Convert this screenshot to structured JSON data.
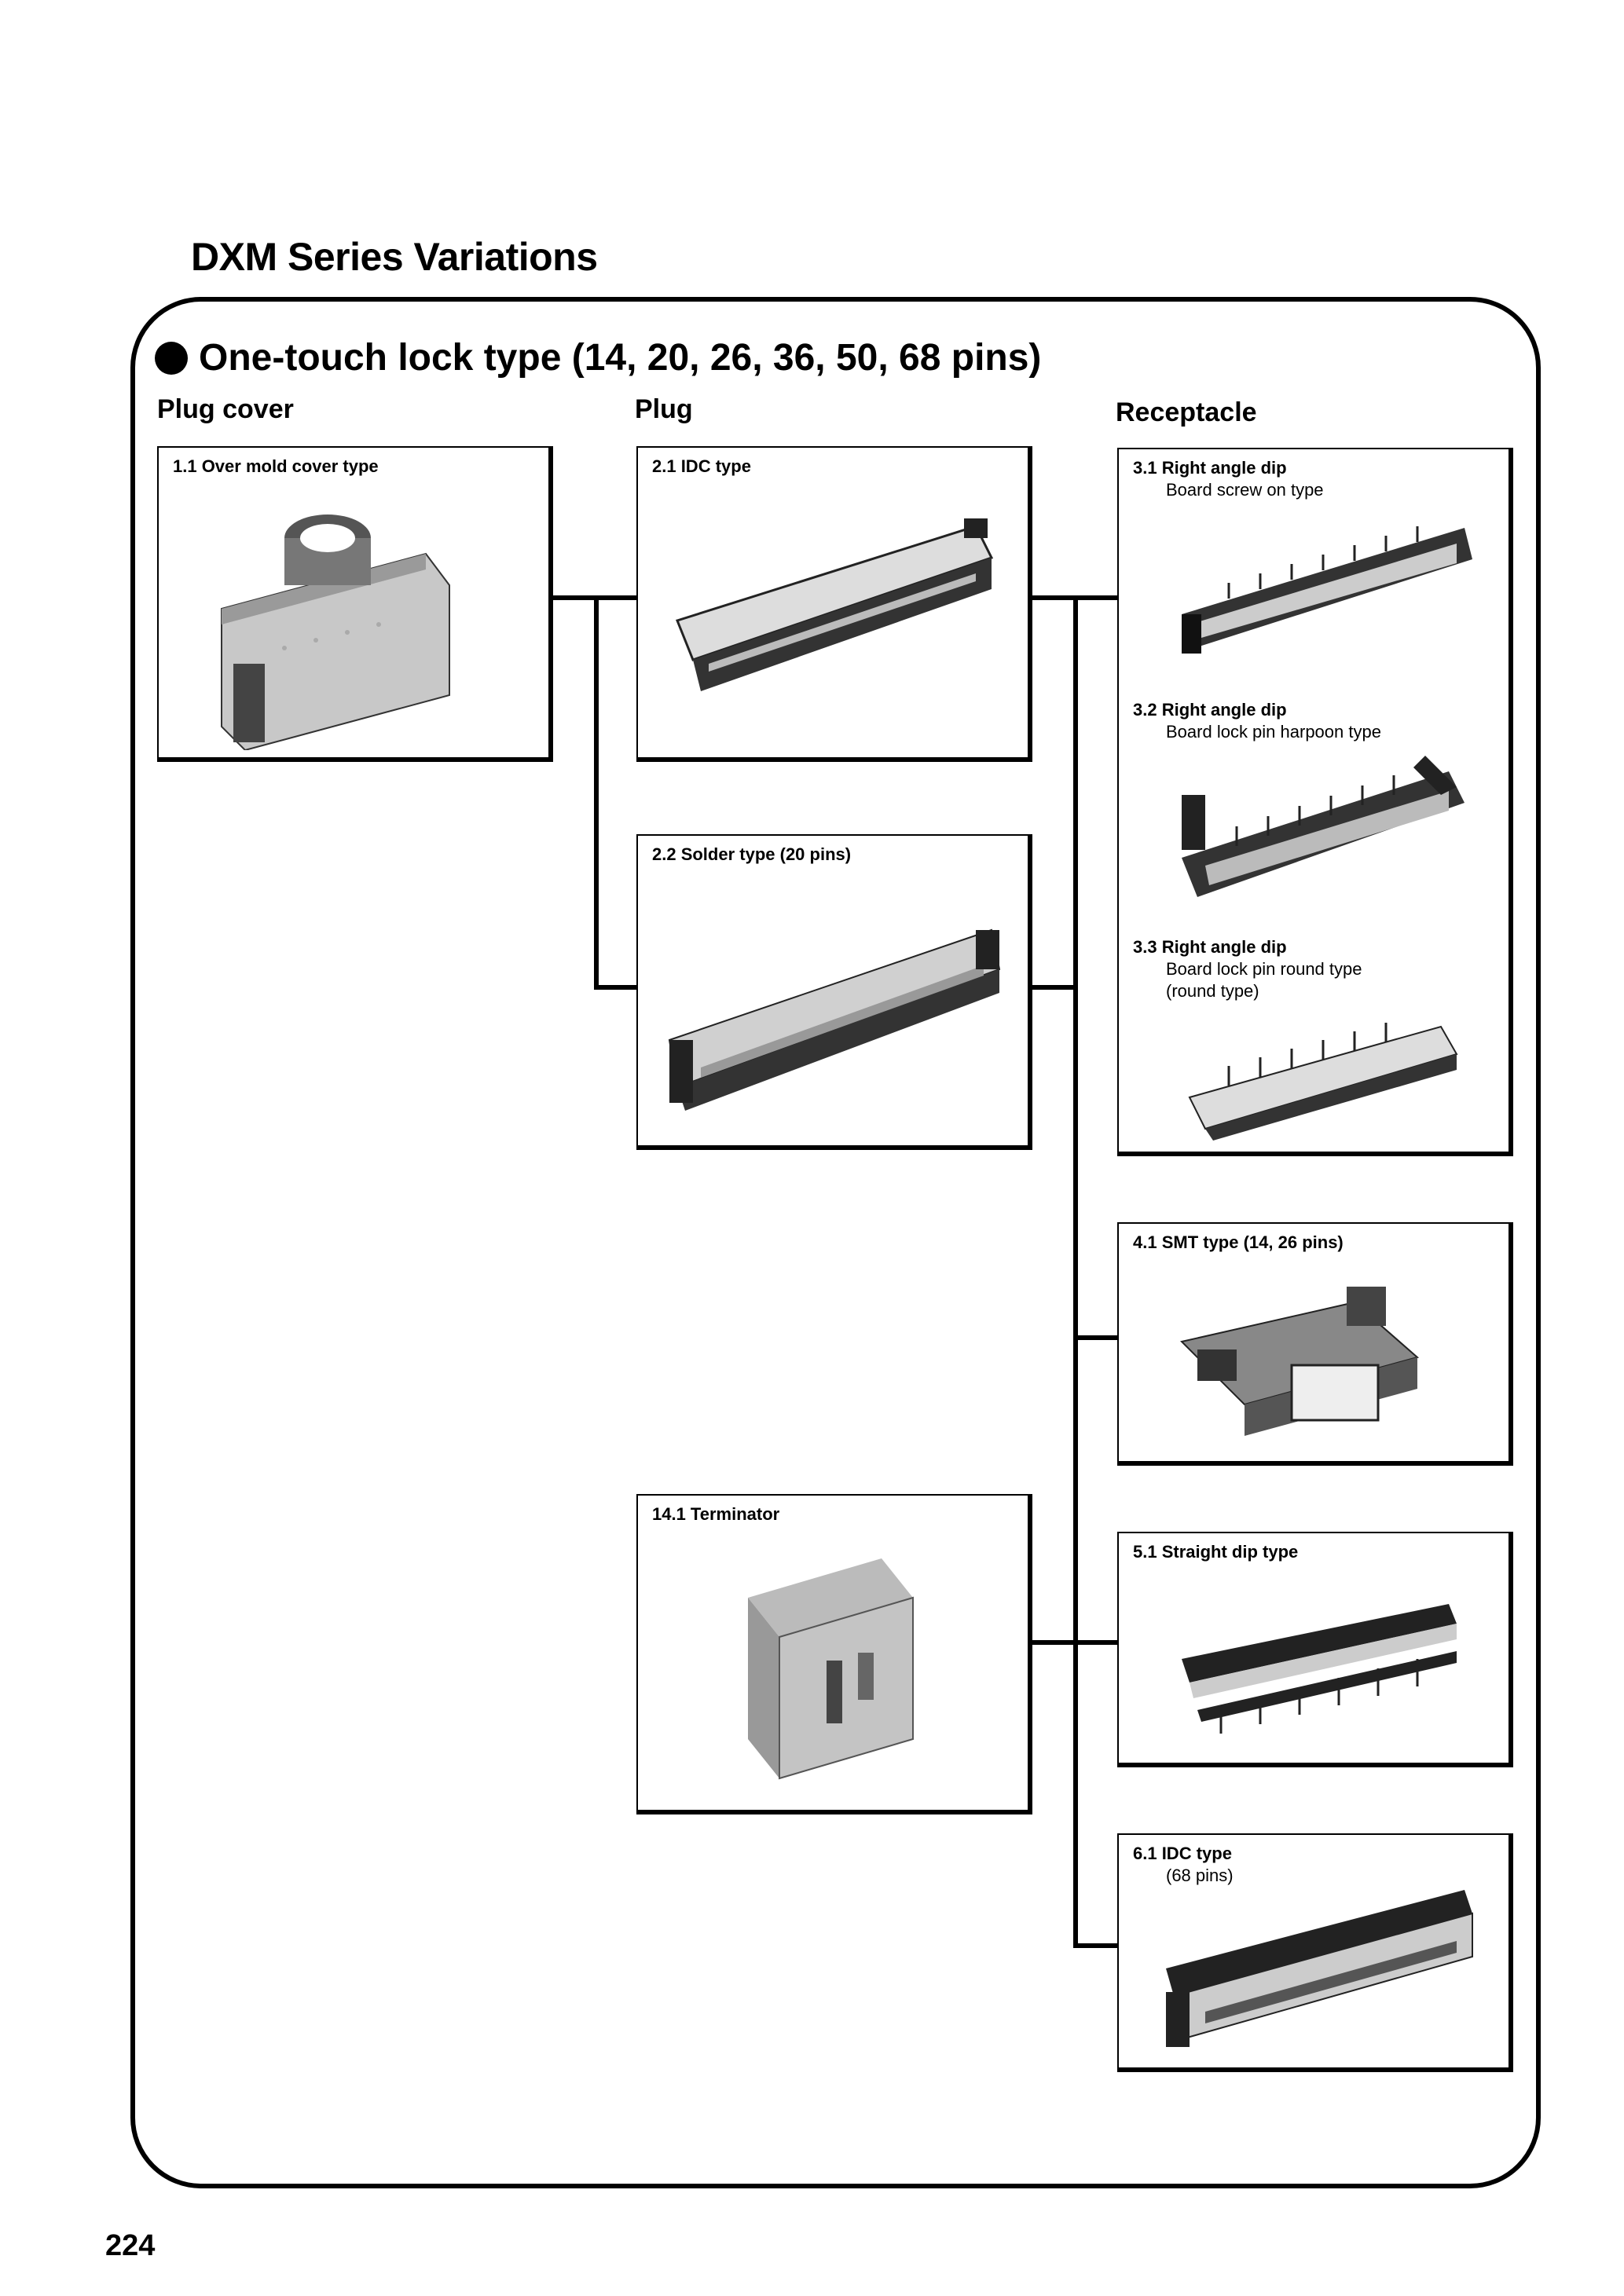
{
  "page": {
    "title": "DXM Series Variations",
    "section_heading": "One-touch lock type (14, 20, 26, 36, 50, 68 pins)",
    "page_number": "224"
  },
  "columns": {
    "plug_cover": "Plug cover",
    "plug": "Plug",
    "receptacle": "Receptacle"
  },
  "plug_cover": {
    "item_1_1": "1.1 Over mold cover type"
  },
  "plug": {
    "item_2_1": "2.1 IDC type",
    "item_2_2": "2.2 Solder type (20 pins)",
    "item_14_1": "14.1 Terminator"
  },
  "receptacle": {
    "item_3_1": {
      "title": "3.1 Right angle dip",
      "sub": "Board screw on type"
    },
    "item_3_2": {
      "title": "3.2 Right angle dip",
      "sub": "Board lock pin harpoon type"
    },
    "item_3_3": {
      "title": "3.3 Right angle dip",
      "sub": "Board lock pin round type",
      "sub2": "(round type)"
    },
    "item_4_1": "4.1 SMT type (14, 26 pins)",
    "item_5_1": "5.1 Straight dip type",
    "item_6_1": {
      "title": "6.1 IDC type",
      "sub": "(68 pins)"
    }
  }
}
